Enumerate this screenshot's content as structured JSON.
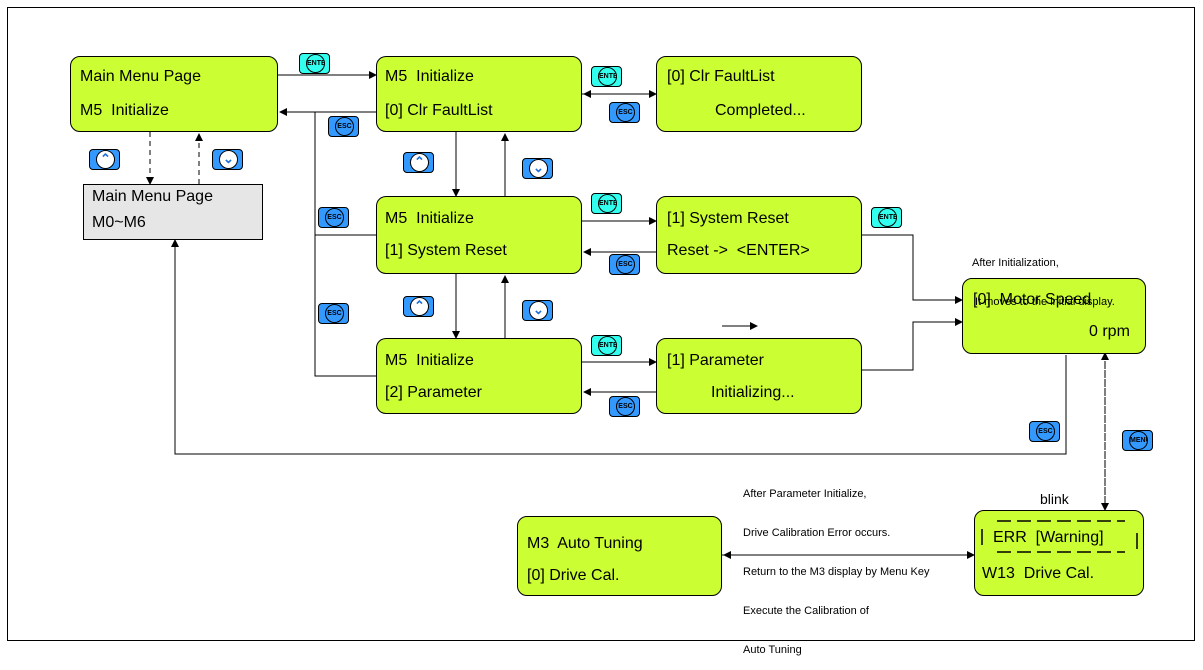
{
  "boxes": {
    "main_menu_m5": {
      "line1": "Main Menu Page",
      "line2": "M5  Initialize"
    },
    "main_menu_m0_m6": {
      "line1": "Main Menu Page",
      "line2": "M0~M6"
    },
    "m5_clr_faultlist": {
      "line1": "M5  Initialize",
      "line2": "[0] Clr FaultList"
    },
    "clr_faultlist_completed": {
      "line1": "[0] Clr FaultList",
      "line2": "Completed..."
    },
    "m5_system_reset": {
      "line1": "M5  Initialize",
      "line2": "[1] System Reset"
    },
    "system_reset_confirm": {
      "line1": "[1] System Reset",
      "line2": "Reset ->  <ENTER>"
    },
    "m5_parameter": {
      "line1": "M5  Initialize",
      "line2": "[2] Parameter"
    },
    "parameter_initializing": {
      "line1": "[1] Parameter",
      "line2": "Initializing..."
    },
    "motor_speed": {
      "line1": "[0]  Motor Speed",
      "line2": "0 rpm"
    },
    "m3_auto_tuning": {
      "line1": "M3  Auto Tuning",
      "line2": "[0] Drive Cal."
    },
    "err_warning": {
      "line1": "ERR  [Warning]",
      "line2": "W13  Drive Cal."
    }
  },
  "keys": {
    "enter": "ENTER",
    "esc": "ESC",
    "menu": "MENU",
    "up_icon": "chevron-double-up-icon",
    "down_icon": "chevron-double-down-icon"
  },
  "notes": {
    "after_init_1": "After Initialization,",
    "after_init_2": "It moves to the initial display.",
    "blink": "blink",
    "param_note_1": "After Parameter Initialize,",
    "param_note_2": "Drive Calibration Error occurs.",
    "param_note_3": "Return to the M3 display by Menu Key",
    "param_note_4": "Execute the Calibration of",
    "param_note_5": "Auto Tuning"
  },
  "colors": {
    "lcd_green": "#ccff33",
    "lcd_gray": "#e6e6e6",
    "esc_key": "#3399ff",
    "enter_key": "#33ffee"
  }
}
